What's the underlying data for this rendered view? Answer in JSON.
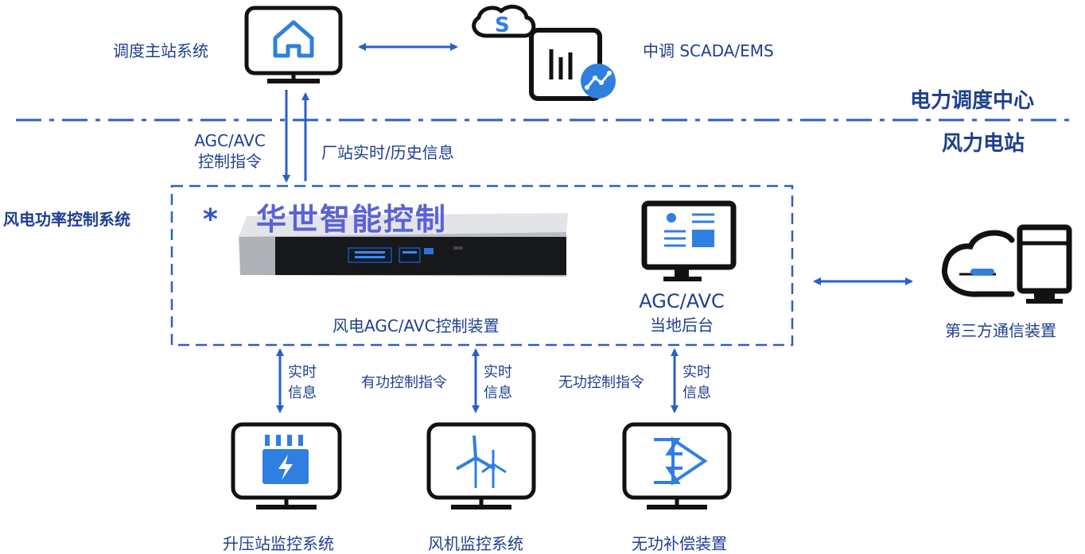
{
  "dispatch_master": "调度主站系统",
  "central_scada": "中调 SCADA/EMS",
  "dispatch_center": "电力调度中心",
  "wind_station": "风力电站",
  "agc_cmd_line1": "AGC/AVC",
  "agc_cmd_line2": "控制指令",
  "plant_info": "厂站实时/历史信息",
  "wind_power_system": "风电功率控制系统",
  "watermark_text": "华世智能控制",
  "device_name": "风电AGC/AVC控制装置",
  "local_bg_line1": "AGC/AVC",
  "local_bg_line2": "当地后台",
  "third_party": "第三方通信装置",
  "realtime_line1": "实时",
  "realtime_line2": "信息",
  "active_cmd": "有功控制指令",
  "reactive_cmd": "无功控制指令",
  "substation": "升压站监控系统",
  "turbine": "风机监控系统",
  "compensation": "无功补偿装置",
  "colors": {
    "primary_blue": "#2b6fd6",
    "dark_navy": "#1f3f8f",
    "icon_blue": "#2f7fe0",
    "black": "#111111"
  }
}
